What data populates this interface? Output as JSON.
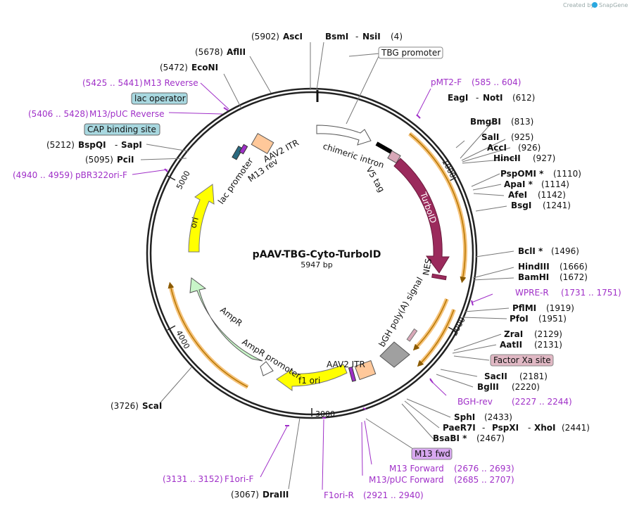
{
  "plasmid": {
    "name": "pAAV-TBG-Cyto-TurboID",
    "size": "5947 bp"
  },
  "credit": {
    "prefix": "Created by",
    "brand": "SnapGene"
  },
  "ticks": [
    "1000",
    "2000",
    "3000",
    "4000",
    "5000"
  ],
  "enzymes": {
    "ascI": {
      "pos": "(5902)",
      "name": "AscI"
    },
    "bsmI": {
      "name": "BsmI"
    },
    "nsiI": {
      "name": "NsiI",
      "pos": "(4)"
    },
    "aflII": {
      "pos": "(5678)",
      "name": "AflII"
    },
    "ecoNI": {
      "pos": "(5472)",
      "name": "EcoNI"
    },
    "bspQI": {
      "pos": "(5212)",
      "name": "BspQI"
    },
    "sapI": {
      "name": "SapI"
    },
    "pciI": {
      "pos": "(5095)",
      "name": "PciI"
    },
    "eagI": {
      "name": "EagI"
    },
    "notI": {
      "name": "NotI",
      "pos": "(612)"
    },
    "bmgBI": {
      "name": "BmgBI",
      "pos": "(813)"
    },
    "salI": {
      "name": "SalI",
      "pos": "(925)"
    },
    "accI": {
      "name": "AccI",
      "pos": "(926)"
    },
    "hincII": {
      "name": "HincII",
      "pos": "(927)"
    },
    "pspOMI": {
      "name": "PspOMI *",
      "pos": "(1110)"
    },
    "apaI": {
      "name": "ApaI *",
      "pos": "(1114)"
    },
    "afeI": {
      "name": "AfeI",
      "pos": "(1142)"
    },
    "bsgI": {
      "name": "BsgI",
      "pos": "(1241)"
    },
    "bclI": {
      "name": "BclI *",
      "pos": "(1496)"
    },
    "hindIII": {
      "name": "HindIII",
      "pos": "(1666)"
    },
    "bamHI": {
      "name": "BamHI",
      "pos": "(1672)"
    },
    "pflMI": {
      "name": "PflMI",
      "pos": "(1919)"
    },
    "pfoI": {
      "name": "PfoI",
      "pos": "(1951)"
    },
    "zraI": {
      "name": "ZraI",
      "pos": "(2129)"
    },
    "aatII": {
      "name": "AatII",
      "pos": "(2131)"
    },
    "sacII": {
      "name": "SacII",
      "pos": "(2181)"
    },
    "bglII": {
      "name": "BglII",
      "pos": "(2220)"
    },
    "sphI": {
      "name": "SphI",
      "pos": "(2433)"
    },
    "paeR7I": {
      "name": "PaeR7I"
    },
    "pspXI": {
      "name": "PspXI"
    },
    "xhoI": {
      "name": "XhoI",
      "pos": "(2441)"
    },
    "bsaBI": {
      "name": "BsaBI *",
      "pos": "(2467)"
    },
    "scaI": {
      "pos": "(3726)",
      "name": "ScaI"
    },
    "draIII": {
      "pos": "(3067)",
      "name": "DraIII"
    }
  },
  "primers": {
    "m13rev": {
      "range": "(5425 .. 5441)",
      "name": "M13 Reverse"
    },
    "m13pucrev": {
      "range": "(5406 .. 5428)",
      "name": "M13/pUC Reverse"
    },
    "pbr322": {
      "range": "(4940 .. 4959)",
      "name": "pBR322ori-F"
    },
    "pmt2f": {
      "name": "pMT2-F",
      "range": "(585 .. 604)"
    },
    "wprer": {
      "name": "WPRE-R",
      "range": "(1731 .. 1751)"
    },
    "bghrev": {
      "name": "BGH-rev",
      "range": "(2227 .. 2244)"
    },
    "m13fwd": {
      "name": "M13 Forward",
      "range": "(2676 .. 2693)"
    },
    "m13pucfwd": {
      "name": "M13/pUC Forward",
      "range": "(2685 .. 2707)"
    },
    "f1orif": {
      "range": "(3131 .. 3152)",
      "name": "F1ori-F"
    },
    "f1orir": {
      "name": "F1ori-R",
      "range": "(2921 .. 2940)"
    }
  },
  "boxed": {
    "tbg": "TBG promoter",
    "lacop": "lac operator",
    "cap": "CAP binding site",
    "factorxa": "Factor Xa site",
    "m13fwdbox": "M13 fwd"
  },
  "features": {
    "chimeric": "chimeric intron",
    "v5": "V5 tag",
    "turboid": "TurboID",
    "nes": "NES",
    "bgh": "bGH poly(A) signal",
    "itr_bottom": "AAV2 ITR",
    "f1ori": "f1 ori",
    "amprprom": "AmpR promoter",
    "ampr": "AmpR",
    "ori": "ori",
    "lacprom": "lac promoter",
    "m13revlbl": "M13 rev",
    "itr_top": "AAV2 ITR"
  },
  "colors": {
    "turboid": "#9b2a5c",
    "ampr": "#c8f5c8",
    "ori": "#ffff00",
    "itr": "#ffc89a",
    "bgh": "#a0a0a0",
    "primer": "#a030c8",
    "orange": "#f5a623"
  }
}
